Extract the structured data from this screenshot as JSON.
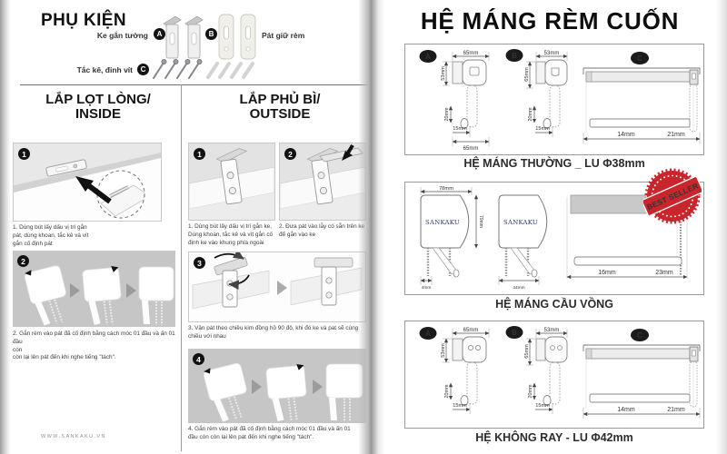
{
  "left_page": {
    "accessories": {
      "title": "PHỤ KIỆN",
      "wall_bracket_label": "Ke gắn tường",
      "badge_a": "A",
      "badge_b": "B",
      "badge_c": "C",
      "holder_label": "Pát giữ rèm",
      "screws_label": "Tắc kê, đinh vít"
    },
    "inside": {
      "title": "LẮP LỌT LÒNG/",
      "subtitle": "INSIDE",
      "fig1_num": "1",
      "fig2_num": "2",
      "step1": "1. Dùng bút lấy dấu vị trí gắn\npát, dùng khoan, tắc kê và vít\ngắn cố định pát",
      "step2": "2. Gắn rèm vào pát đã cố định bằng cách móc 01 đầu và ấn 01 đầu\ncòn\ncòn lại lên pát đến khi nghe tiếng \"tách\"."
    },
    "outside": {
      "title": "LẮP PHỦ BÌ/",
      "subtitle": "OUTSIDE",
      "fig1_num": "1",
      "fig2_num": "2",
      "fig3_num": "3",
      "fig4_num": "4",
      "step1": "1. Dùng bút lấy dấu vị trí gắn ke,\nDùng khoan, tắc kê và vít gắn cố\nđịnh ke vào khung phía ngoài",
      "step2": "2. Đưa pát vào lẫy có sẵn trên ke\nđể gắn vào ke",
      "step3": "3. Vặn pát theo chiều kim đồng hồ 90 độ, khi đó ke và pat sẽ cùng\nchiều với nhau",
      "step4": "4. Gắn rèm vào pát đã cố định bằng cách móc 01 đầu và ấn 01\nđầu còn còn lại lên pát đến khi nghe tiếng \"tách\"."
    },
    "footer": "WWW.SANKAKU.VN"
  },
  "right_page": {
    "title": "HỆ MÁNG RÈM CUỐN",
    "panel1": {
      "badge_a": "A",
      "badge_b": "B",
      "badge_c": "C",
      "a": {
        "top": "65mm",
        "left": "53mm",
        "lower": "20mm",
        "offset": "15mm",
        "bottom": "65mm"
      },
      "b": {
        "top": "53mm",
        "left": "65mm",
        "lower": "20mm",
        "offset": "15mm"
      },
      "c": {
        "left": "14mm",
        "right": "21mm"
      },
      "caption": "HỆ MÁNG THƯỜNG _ LU Φ38mm"
    },
    "panel2": {
      "brand": "SANKAKU",
      "t1": {
        "top": "78mm",
        "right": "79mm",
        "bottom": "4mm"
      },
      "t2": {
        "bottom": "44mm"
      },
      "c": {
        "left": "16mm",
        "right": "23mm"
      },
      "stamp": "BEST SELLER",
      "stamp_color": "#c8262c",
      "caption": "HỆ MÁNG CẦU VỒNG"
    },
    "panel3": {
      "badge_a": "A",
      "badge_b": "B",
      "badge_c": "C",
      "a": {
        "top": "65mm",
        "left": "53mm",
        "lower": "20mm",
        "offset": "15mm"
      },
      "b": {
        "top": "53mm",
        "left": "65mm",
        "lower": "20mm",
        "offset": "15mm"
      },
      "c": {
        "left": "14mm",
        "right": "21mm"
      },
      "caption": "HỆ KHÔNG RAY - LU Φ42mm"
    }
  }
}
